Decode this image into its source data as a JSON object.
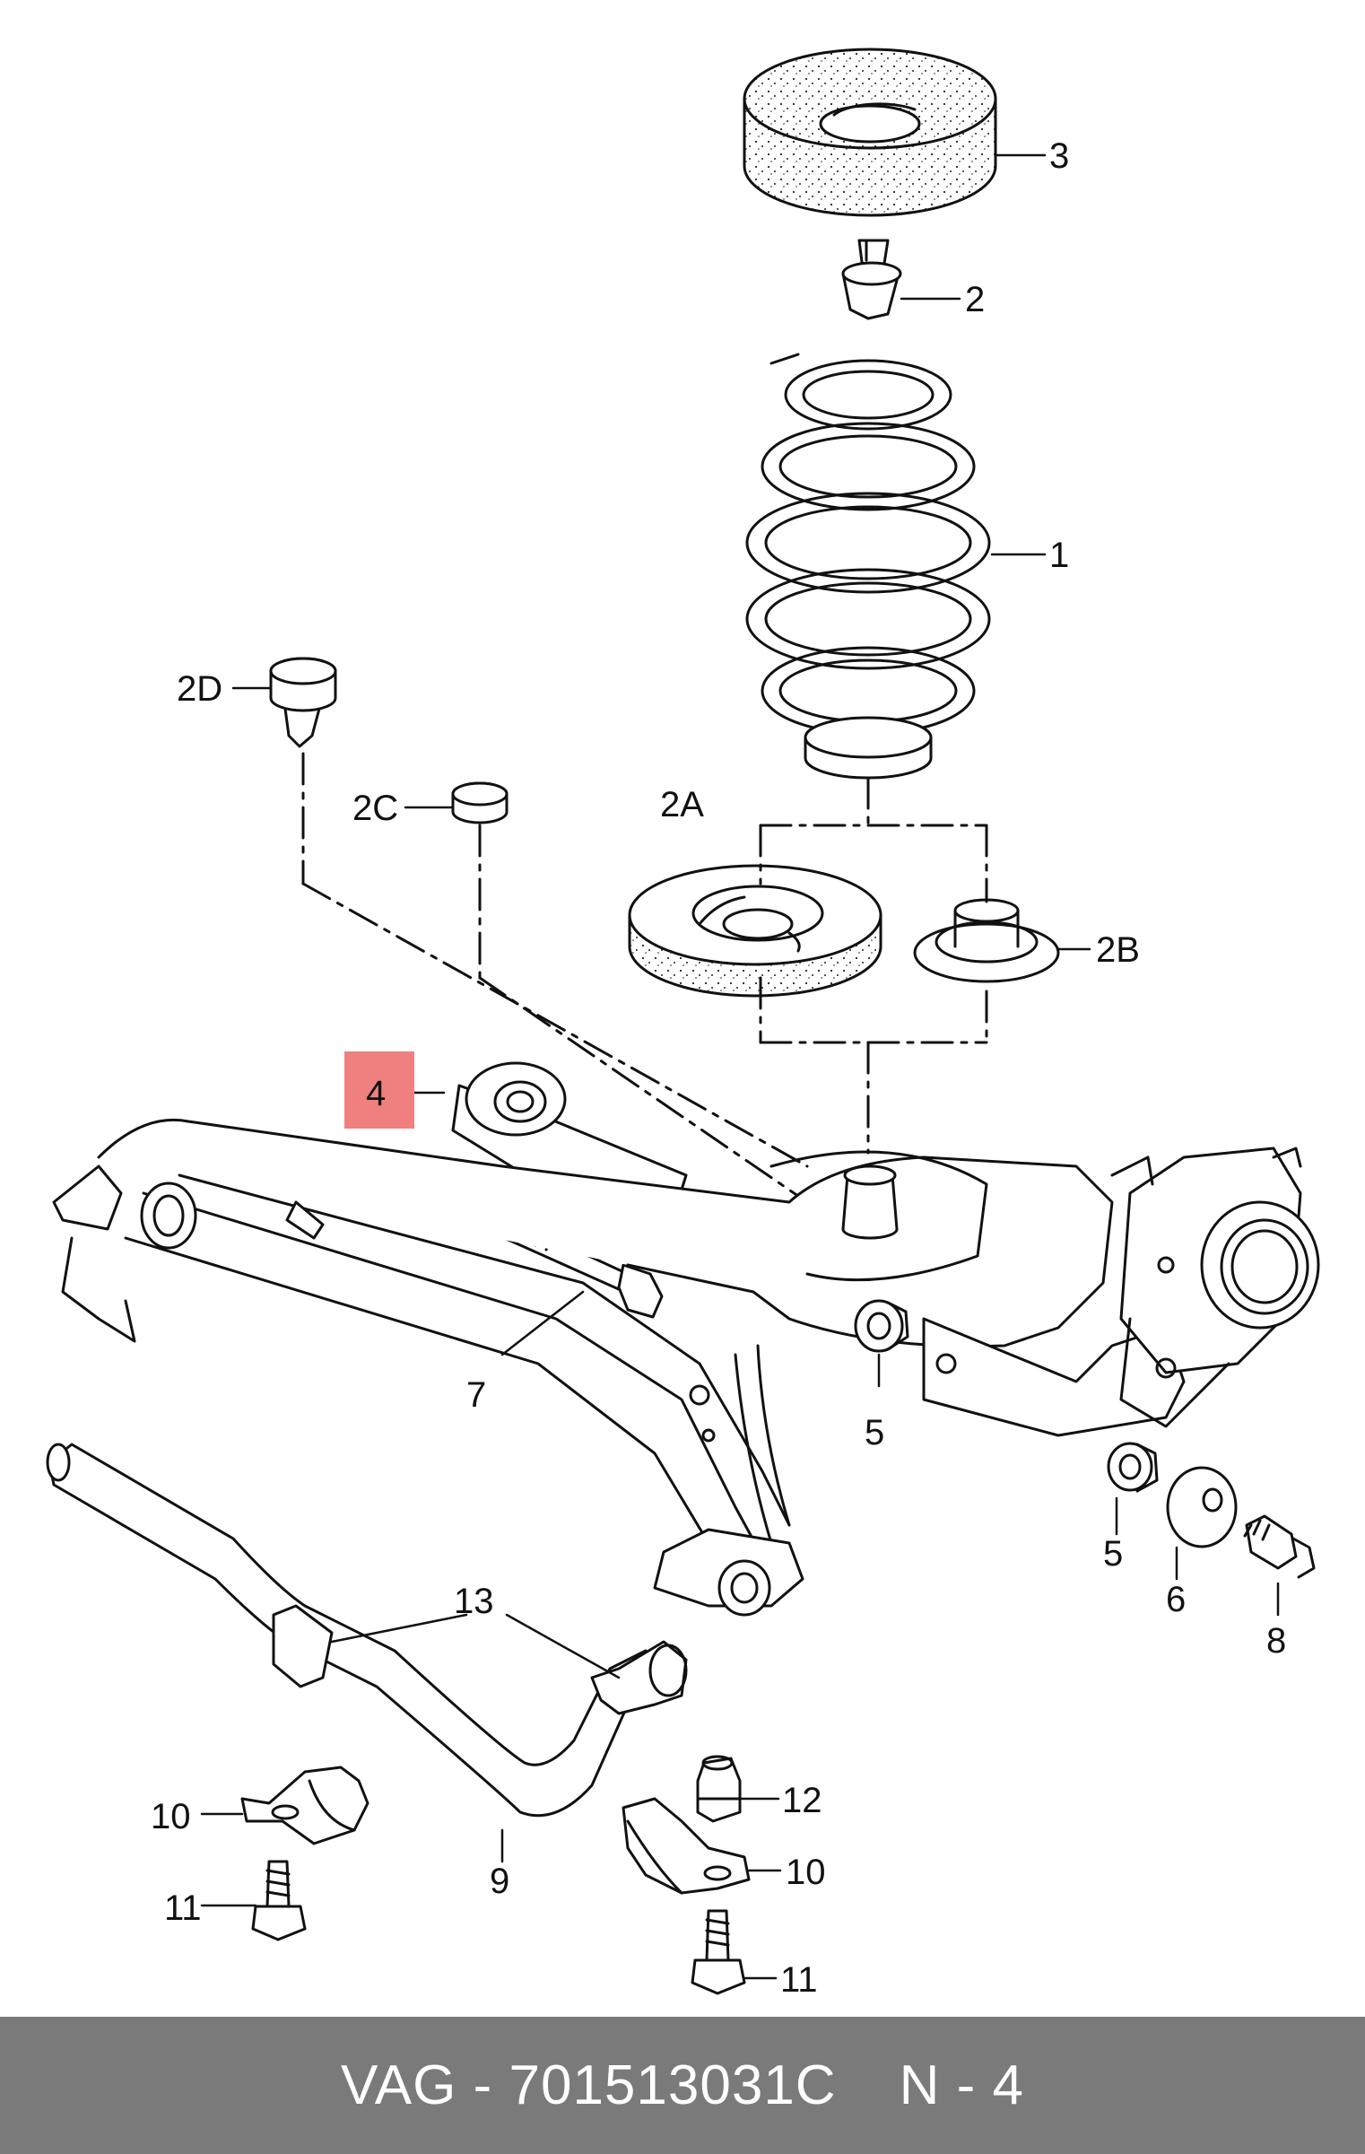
{
  "diagram": {
    "labels": {
      "p1": "1",
      "p2": "2",
      "p2A": "2A",
      "p2B": "2B",
      "p2C": "2C",
      "p2D": "2D",
      "p3": "3",
      "p4": "4",
      "p5a": "5",
      "p5b": "5",
      "p6": "6",
      "p7": "7",
      "p8": "8",
      "p9": "9",
      "p10a": "10",
      "p10b": "10",
      "p11a": "11",
      "p11b": "11",
      "p12": "12",
      "p13": "13"
    },
    "highlight_color": "#f08080"
  },
  "footer": {
    "part_number": "VAG - 701513031C",
    "page_ref": "N - 4"
  }
}
